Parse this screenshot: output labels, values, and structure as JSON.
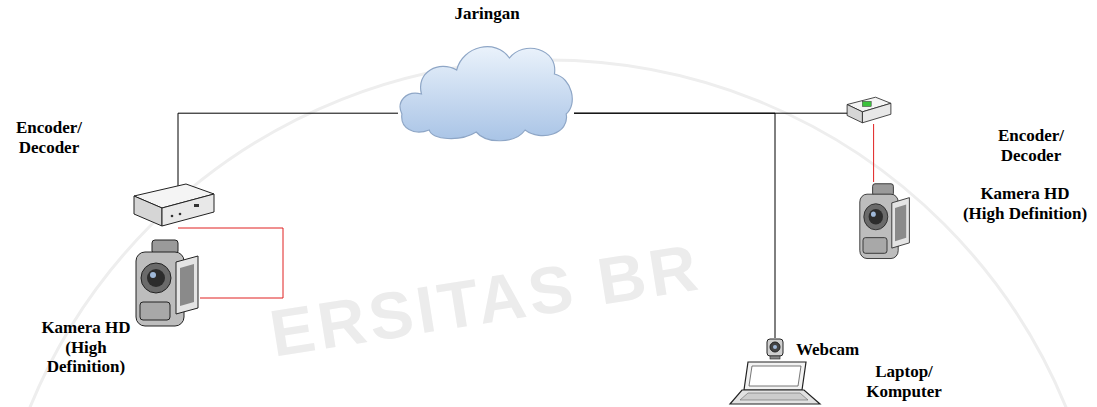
{
  "diagram": {
    "nodes": [
      {
        "text": [
          "Jaringan"
        ]
      },
      {
        "text": [
          "Encoder/ Decoder"
        ]
      },
      {
        "text": [
          "Kamera HD (High Definition)"
        ]
      },
      {
        "text": [
          "Encoder/ Decoder"
        ]
      },
      {
        "text": [
          "Kamera HD (High Definition)"
        ]
      },
      {
        "text": [
          "Webcam"
        ]
      },
      {
        "text": [
          "Laptop/ Komputer"
        ]
      }
    ],
    "edges": [
      {
        "from": 0,
        "to": 1,
        "arrow": "none"
      },
      {
        "from": 1,
        "to": 2,
        "arrow": "none"
      },
      {
        "from": 0,
        "to": 3,
        "arrow": "none"
      },
      {
        "from": 3,
        "to": 4,
        "arrow": "none"
      },
      {
        "from": 0,
        "to": 5,
        "arrow": "none"
      }
    ],
    "labels": [
      "ERSITAS BR"
    ]
  }
}
